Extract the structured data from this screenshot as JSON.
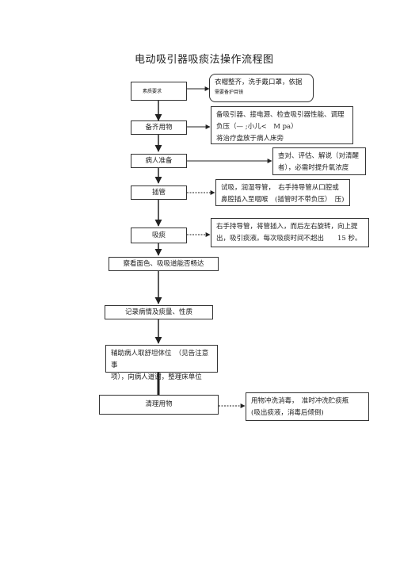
{
  "title": "电动吸引器吸痰法操作流程图",
  "steps": {
    "s1": "素质要求",
    "s2": "备齐用物",
    "s3": "病人准备",
    "s4": "插管",
    "s5": "吸痰",
    "s6": "察看面色、吸吸道能否畅达",
    "s7": "记录病情及痰量、性质",
    "s8_line1": "辅助病人取舒坦体位　（见告注意事",
    "s8_line2": "项），向病人道谢，整理床单位",
    "s9": "清理用物"
  },
  "notes": {
    "n1_line1": "衣帽整齐，洗手戴口罩，依据",
    "n1_line2": "需要备护目镜",
    "n2_line1": "备吸引器、接电源、检查吸引器性能、调理",
    "n2_line2": "负压（— ;小儿<　M pa）",
    "n2_line3": "将治疗盘放于病人床旁",
    "n3_line1": "查对、评估、解说（对清醒",
    "n3_line2": "者），必需时提升氧浓度",
    "n4_line1": "试吸，润湿导管，　右手持导管从口腔或",
    "n4_line2": "鼻腔插入至咽喉　(插管时不带负压）　压)",
    "n5_line1": "右手持导管，将管插入，而后左右旋转，向上提",
    "n5_line2": "出，吸引痰液。每次吸痰时间不超出　　15 秒。",
    "n6_line1": "用物冲洗消毒，　准时冲洗贮痰瓶",
    "n6_line2": "(吸出痰液，消毒后倾倒)"
  }
}
